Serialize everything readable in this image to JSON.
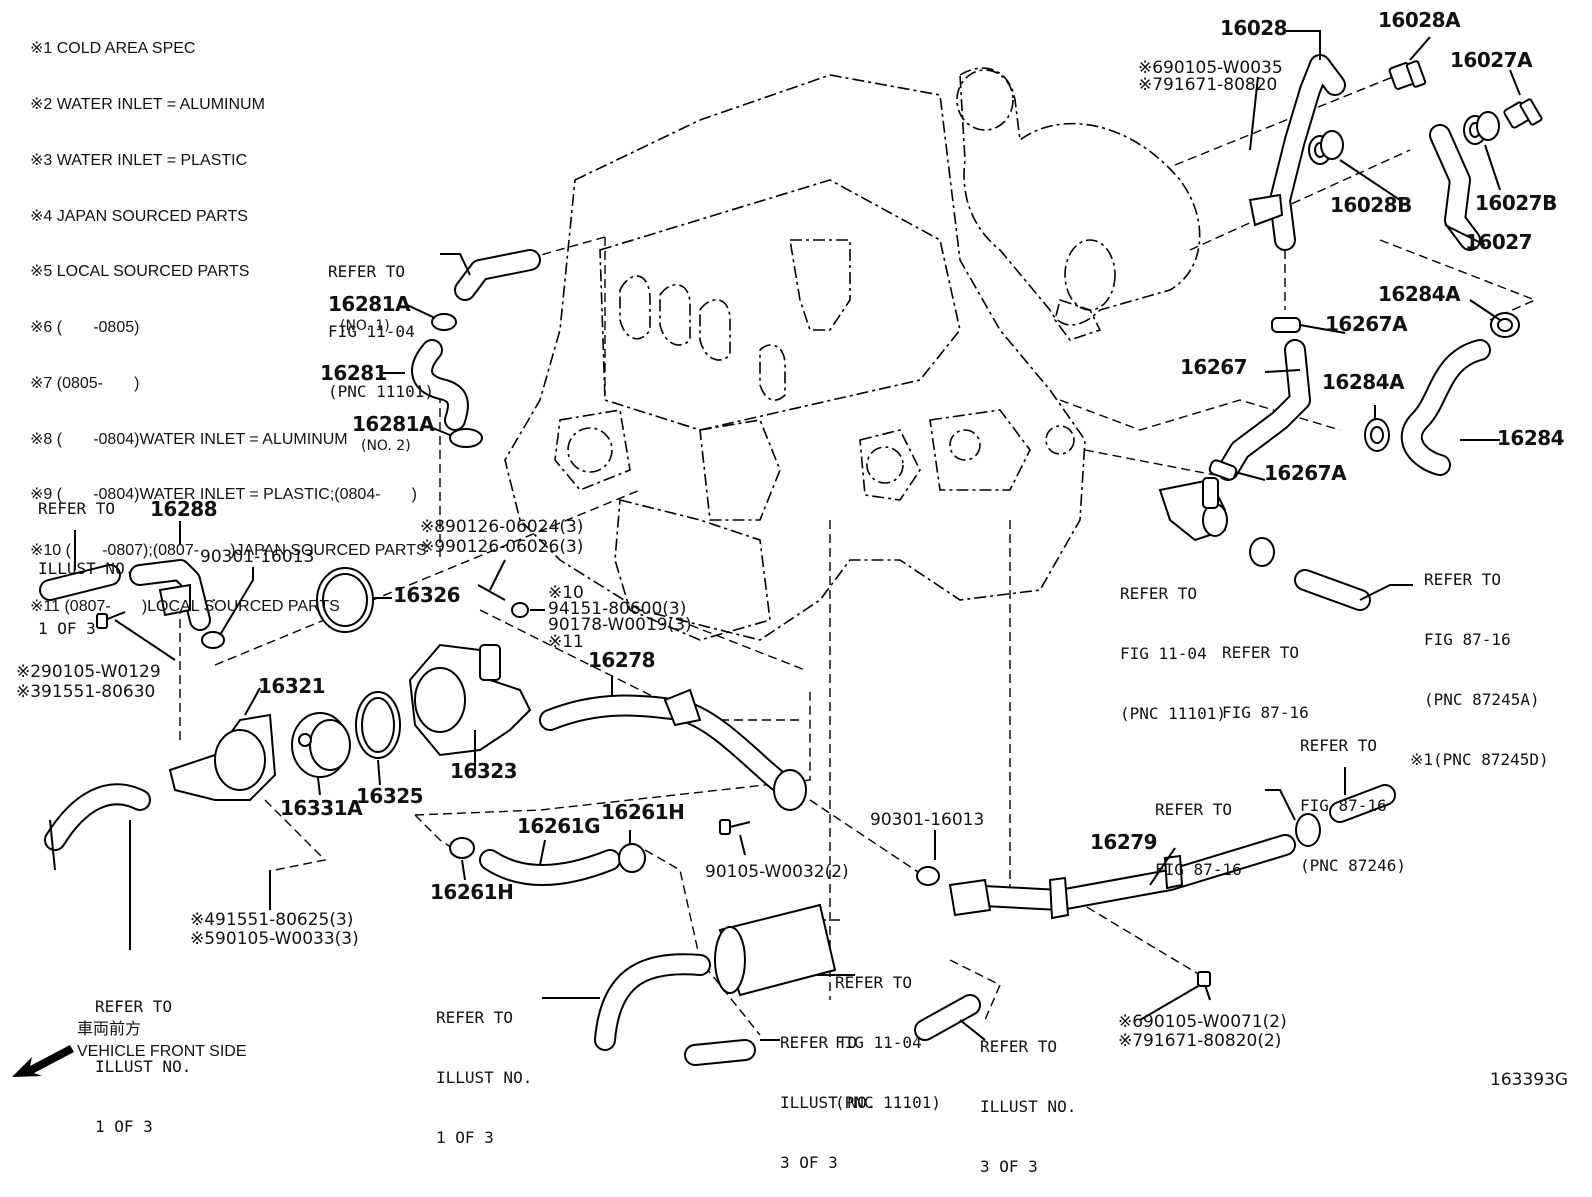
{
  "spec_notes": [
    "※1 COLD AREA SPEC",
    "※2 WATER INLET = ALUMINUM",
    "※3 WATER INLET = PLASTIC",
    "※4 JAPAN SOURCED PARTS",
    "※5 LOCAL SOURCED PARTS",
    "※6 (       -0805)",
    "※7 (0805-       )",
    "※8 (       -0804)WATER INLET = ALUMINUM",
    "※9 (       -0804)WATER INLET = PLASTIC;(0804-       )",
    "※10 (       -0807);(0807-       )JAPAN SOURCED PARTS",
    "※11 (0807-       )LOCAL SOURCED PARTS"
  ],
  "parts": {
    "p16028": "16028",
    "p16028A": "16028A",
    "p16027A": "16027A",
    "p16028B": "16028B",
    "p16027B": "16027B",
    "p16027": "16027",
    "p16284A_top": "16284A",
    "p16267A_top": "16267A",
    "p16267": "16267",
    "p16284A_mid": "16284A",
    "p16284": "16284",
    "p16267A_bot": "16267A",
    "p16281A_1": "16281A",
    "p16281A_1_sub": "(NO. 1)",
    "p16281": "16281",
    "p16281A_2": "16281A",
    "p16281A_2_sub": "(NO. 2)",
    "p16288": "16288",
    "p90301_top": "90301-16013",
    "p16326": "16326",
    "p16321": "16321",
    "p16331A": "16331A",
    "p16325": "16325",
    "p16323": "16323",
    "p16278": "16278",
    "p16261G": "16261G",
    "p16261H_top": "16261H",
    "p16261H_bot": "16261H",
    "p90105_w0032": "90105-W0032(2)",
    "p90301_bot": "90301-16013",
    "p16279": "16279"
  },
  "bolt_notes": {
    "n6_top": "※690105-W0035",
    "n7_top": "※791671-80820",
    "n8": "※890126-06024(3)",
    "n9": "※990126-06026(3)",
    "n10": "※10",
    "n10_a": "94151-80600(3)",
    "n10_b": "90178-W0019(3)",
    "n11": "※11",
    "n2": "※290105-W0129",
    "n3": "※391551-80630",
    "n4": "※491551-80625(3)",
    "n5": "※590105-W0033(3)",
    "n6_bot": "※690105-W0071(2)",
    "n7_bot": "※791671-80820(2)"
  },
  "refs": {
    "r1": [
      "REFER TO",
      "FIG 11-04",
      "(PNC 11101)"
    ],
    "r2": [
      "REFER TO",
      "ILLUST NO.",
      "1 OF 3"
    ],
    "r3": [
      "REFER TO",
      "FIG 11-04",
      "(PNC 11101)"
    ],
    "r4": [
      "REFER TO",
      "FIG 87-16"
    ],
    "r5": [
      "REFER TO",
      "FIG 87-16",
      "(PNC 87245A)",
      "※1(PNC 87245D)"
    ],
    "r6": [
      "REFER TO",
      "FIG 87-16",
      "(PNC 87246)"
    ],
    "r7": [
      "REFER TO",
      "FIG 87-16"
    ],
    "r8": [
      "REFER TO",
      "ILLUST NO.",
      "1 OF 3"
    ],
    "r9": [
      "REFER TO",
      "ILLUST NO.",
      "1 OF 3"
    ],
    "r10": [
      "REFER TO",
      "FIG 11-04",
      "(PNC 11101)"
    ],
    "r11": [
      "REFER TO",
      "ILLUST NO.",
      "3 OF 3"
    ],
    "r12": [
      "REFER TO",
      "ILLUST NO.",
      "3 OF 3"
    ]
  },
  "direction": {
    "jp": "車両前方",
    "en": "VEHICLE FRONT SIDE"
  },
  "figure_id": "163393G"
}
